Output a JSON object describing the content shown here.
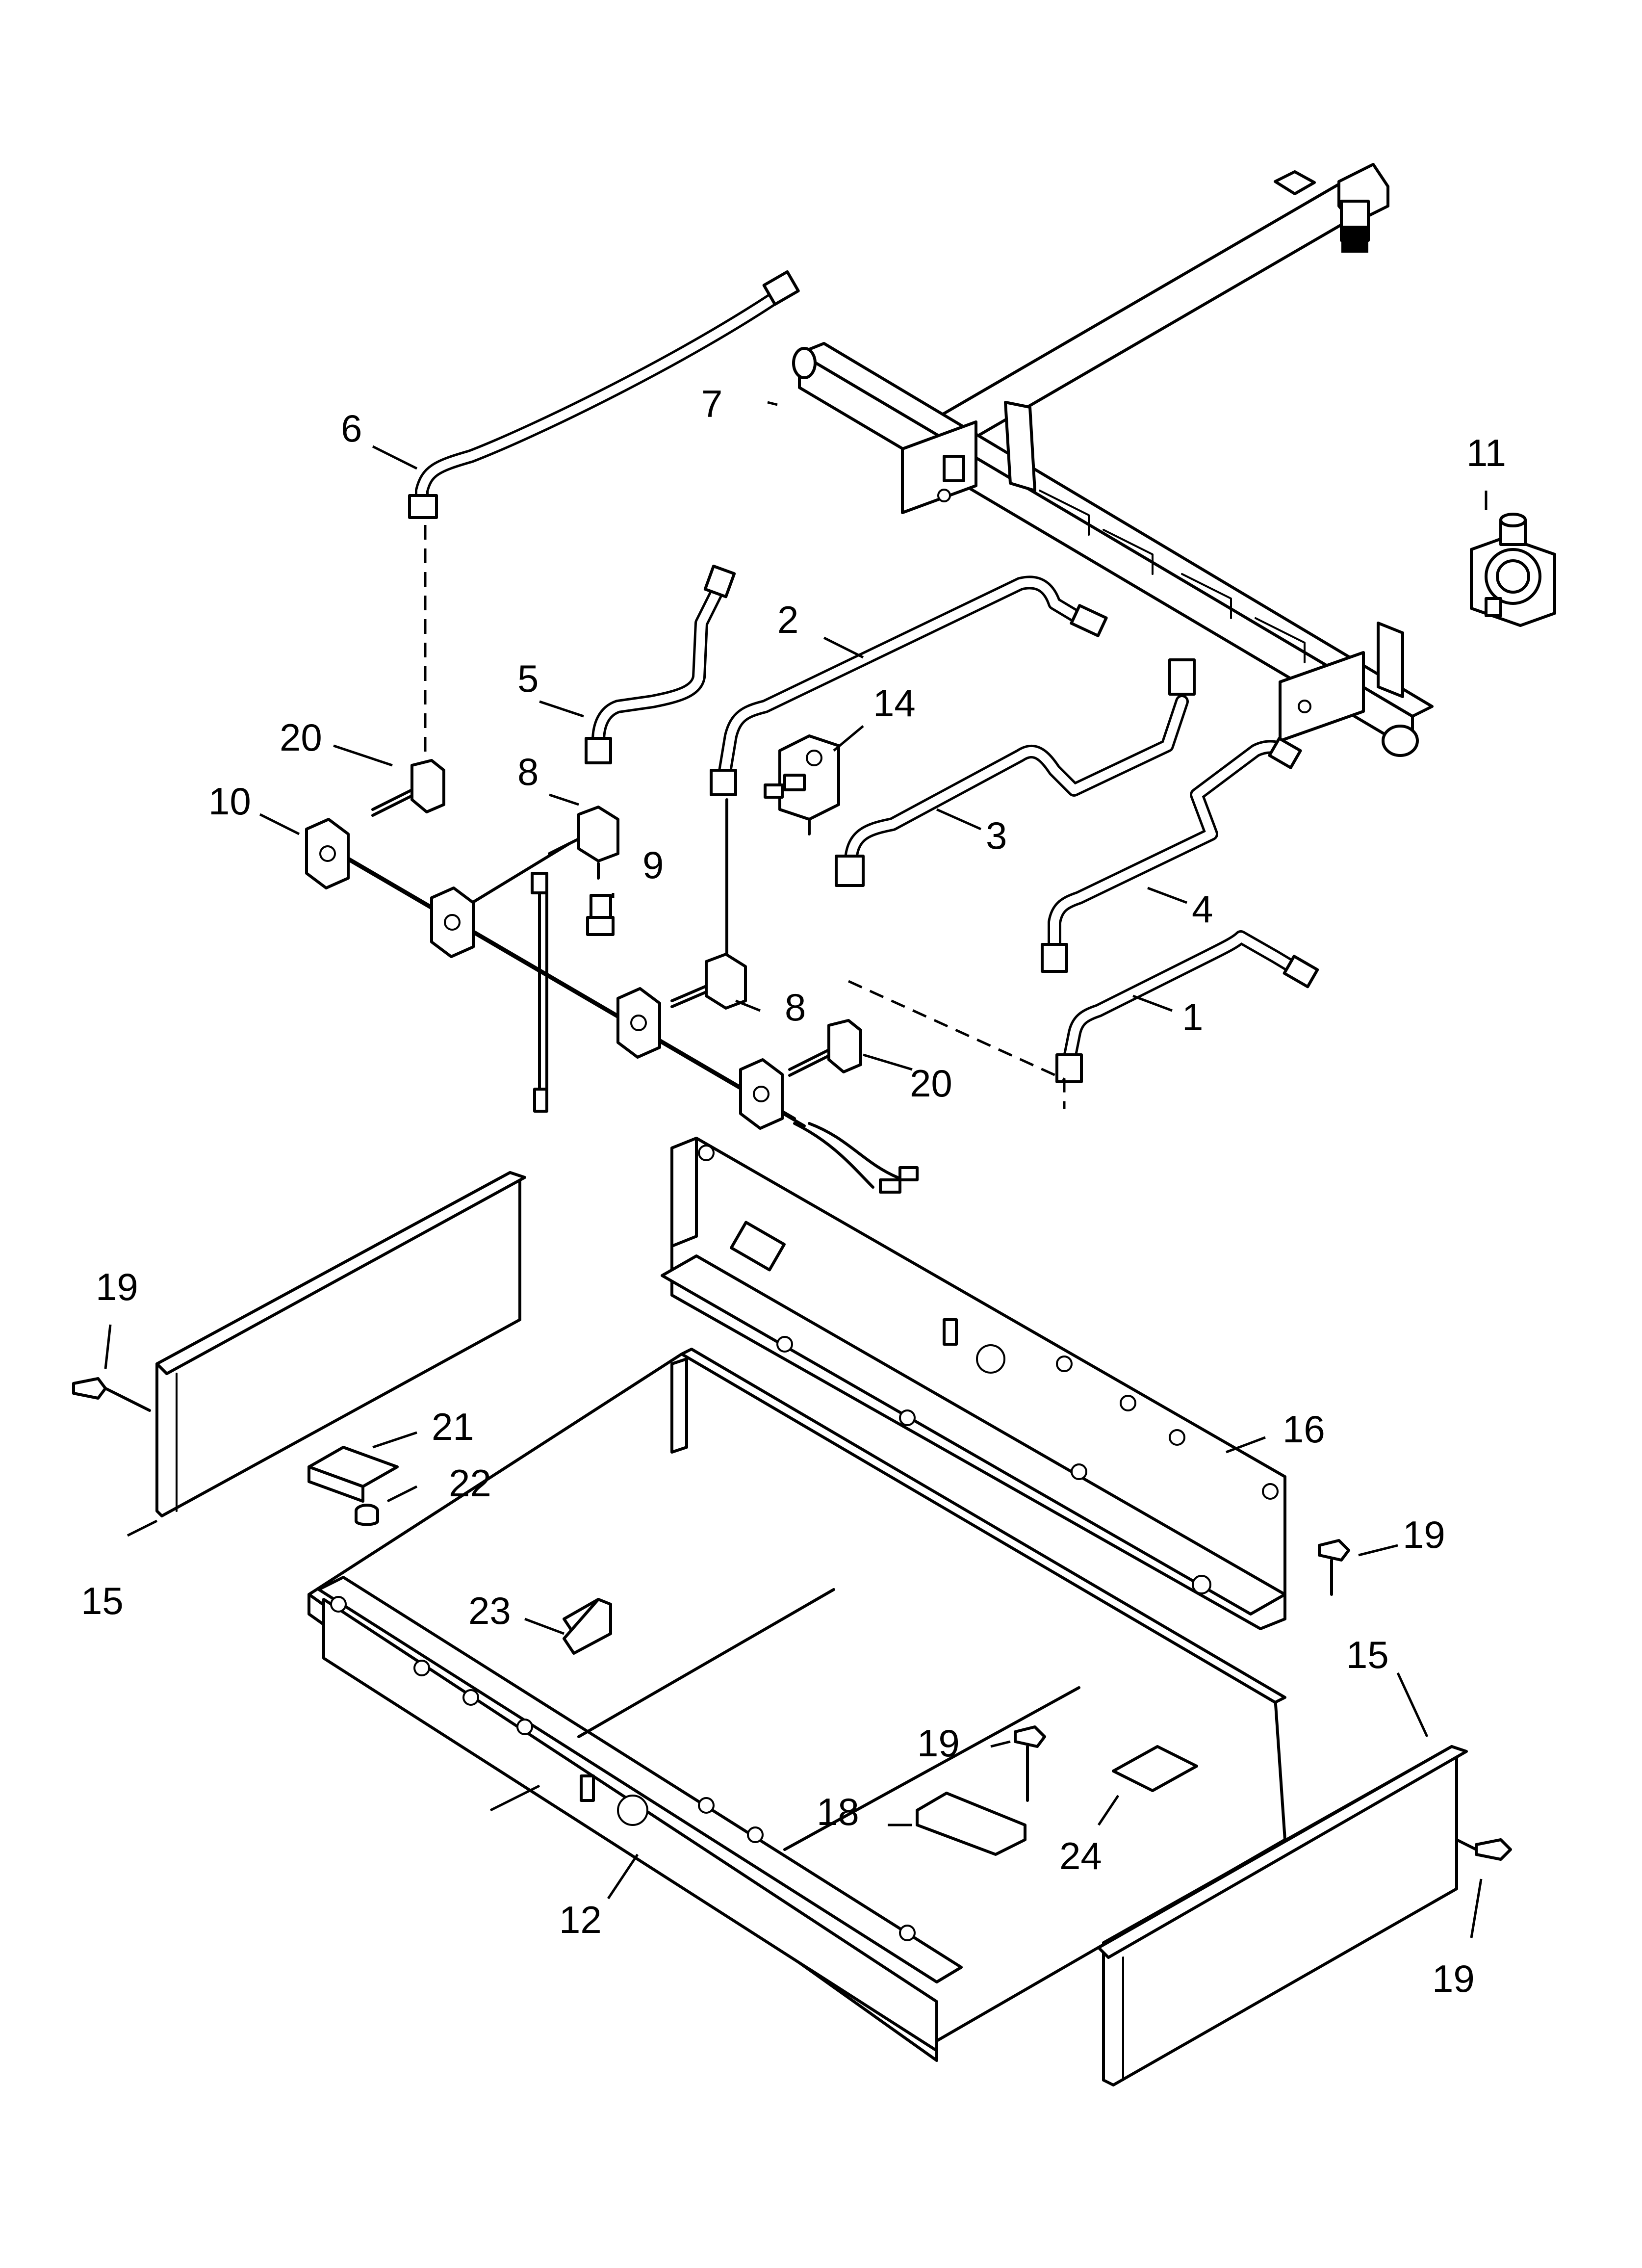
{
  "diagram": {
    "callouts": [
      {
        "id": "c1",
        "text": "1"
      },
      {
        "id": "c2",
        "text": "2"
      },
      {
        "id": "c3",
        "text": "3"
      },
      {
        "id": "c4",
        "text": "4"
      },
      {
        "id": "c5",
        "text": "5"
      },
      {
        "id": "c6",
        "text": "6"
      },
      {
        "id": "c7",
        "text": "7"
      },
      {
        "id": "c8a",
        "text": "8"
      },
      {
        "id": "c8b",
        "text": "8"
      },
      {
        "id": "c9",
        "text": "9"
      },
      {
        "id": "c10",
        "text": "10"
      },
      {
        "id": "c11",
        "text": "11"
      },
      {
        "id": "c12",
        "text": "12"
      },
      {
        "id": "c14",
        "text": "14"
      },
      {
        "id": "c15a",
        "text": "15"
      },
      {
        "id": "c15b",
        "text": "15"
      },
      {
        "id": "c16",
        "text": "16"
      },
      {
        "id": "c18",
        "text": "18"
      },
      {
        "id": "c19a",
        "text": "19"
      },
      {
        "id": "c19b",
        "text": "19"
      },
      {
        "id": "c19c",
        "text": "19"
      },
      {
        "id": "c19d",
        "text": "19"
      },
      {
        "id": "c20a",
        "text": "20"
      },
      {
        "id": "c20b",
        "text": "20"
      },
      {
        "id": "c21",
        "text": "21"
      },
      {
        "id": "c22",
        "text": "22"
      },
      {
        "id": "c23",
        "text": "23"
      },
      {
        "id": "c24",
        "text": "24"
      }
    ]
  }
}
